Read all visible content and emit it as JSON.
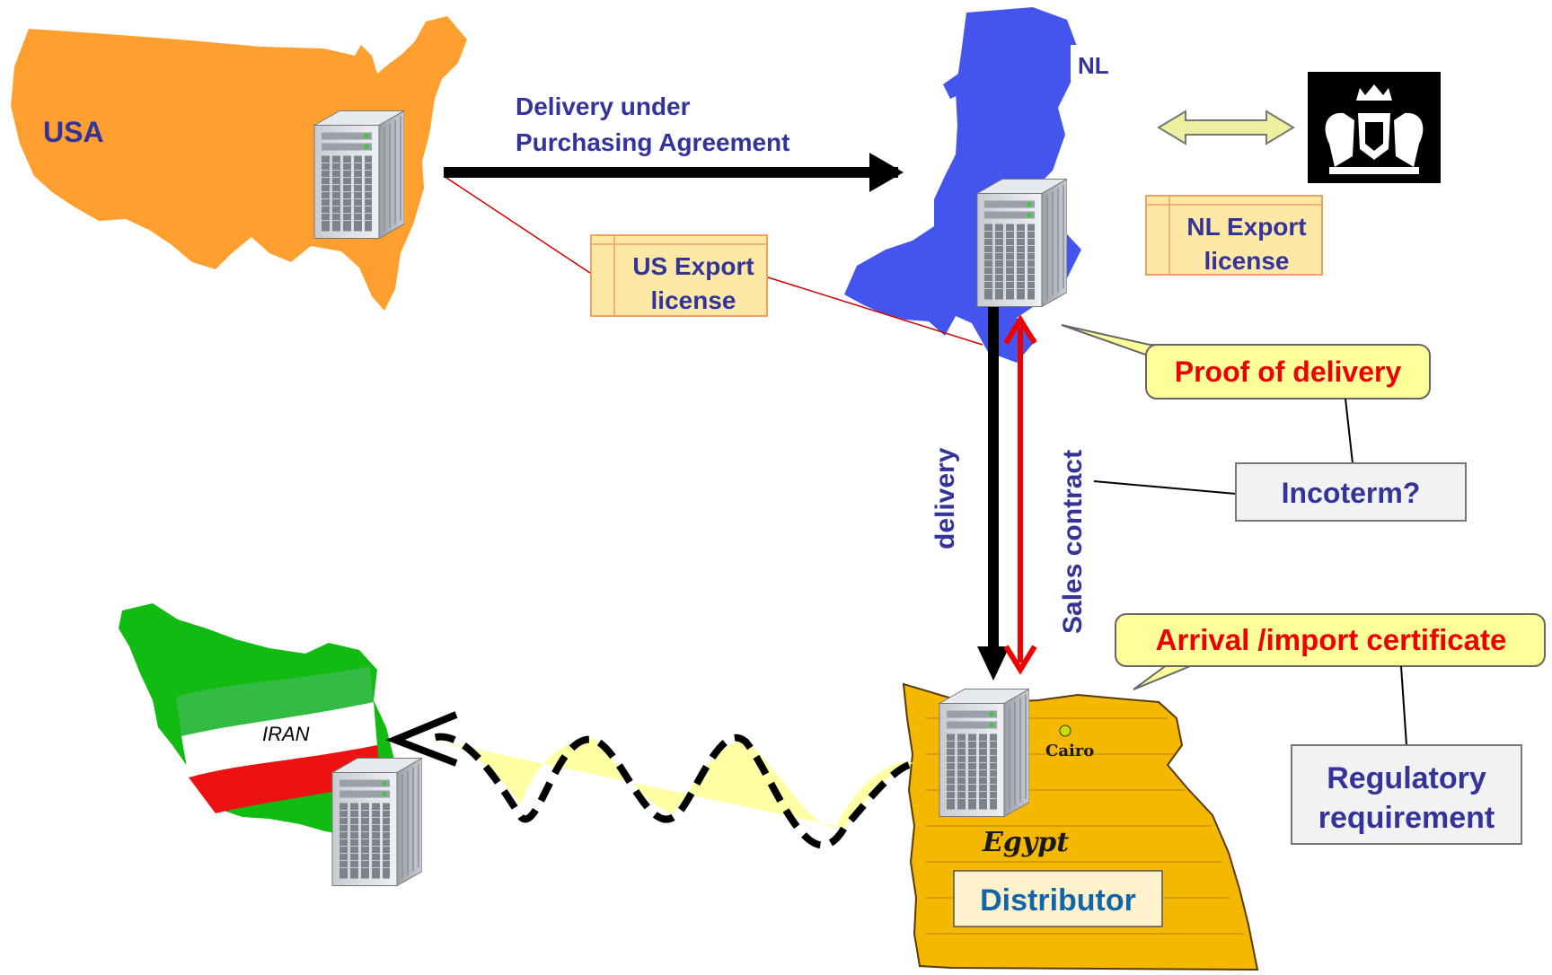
{
  "countries": {
    "usa": "USA",
    "nl": "NL",
    "iran_flag_text": "IRAN",
    "egypt": "Egypt",
    "cairo": "Cairo"
  },
  "arrows": {
    "purchasing_line1": "Delivery under",
    "purchasing_line2": "Purchasing Agreement",
    "delivery": "delivery",
    "sales_contract": "Sales contract"
  },
  "documents": {
    "us_export_line1": "US Export",
    "us_export_line2": "license",
    "nl_export_line1": "NL Export",
    "nl_export_line2": "license"
  },
  "callouts": {
    "proof_of_delivery": "Proof of delivery",
    "arrival_certificate": "Arrival /import certificate"
  },
  "notes": {
    "incoterm": "Incoterm?",
    "regulatory_line1": "Regulatory",
    "regulatory_line2": "requirement"
  },
  "distributor": "Distributor",
  "colors": {
    "label_text": "#333399",
    "callout_text": "#ff0000",
    "usa_fill": "#ff9f2f",
    "nl_fill": "#4455ee",
    "iran_fill": "#11bb11",
    "egypt_fill": "#f5b800",
    "doc_fill": "#fde9a5",
    "doc_border": "#f0a060",
    "callout_fill": "#ffff99",
    "distributor_text": "#1166aa"
  }
}
